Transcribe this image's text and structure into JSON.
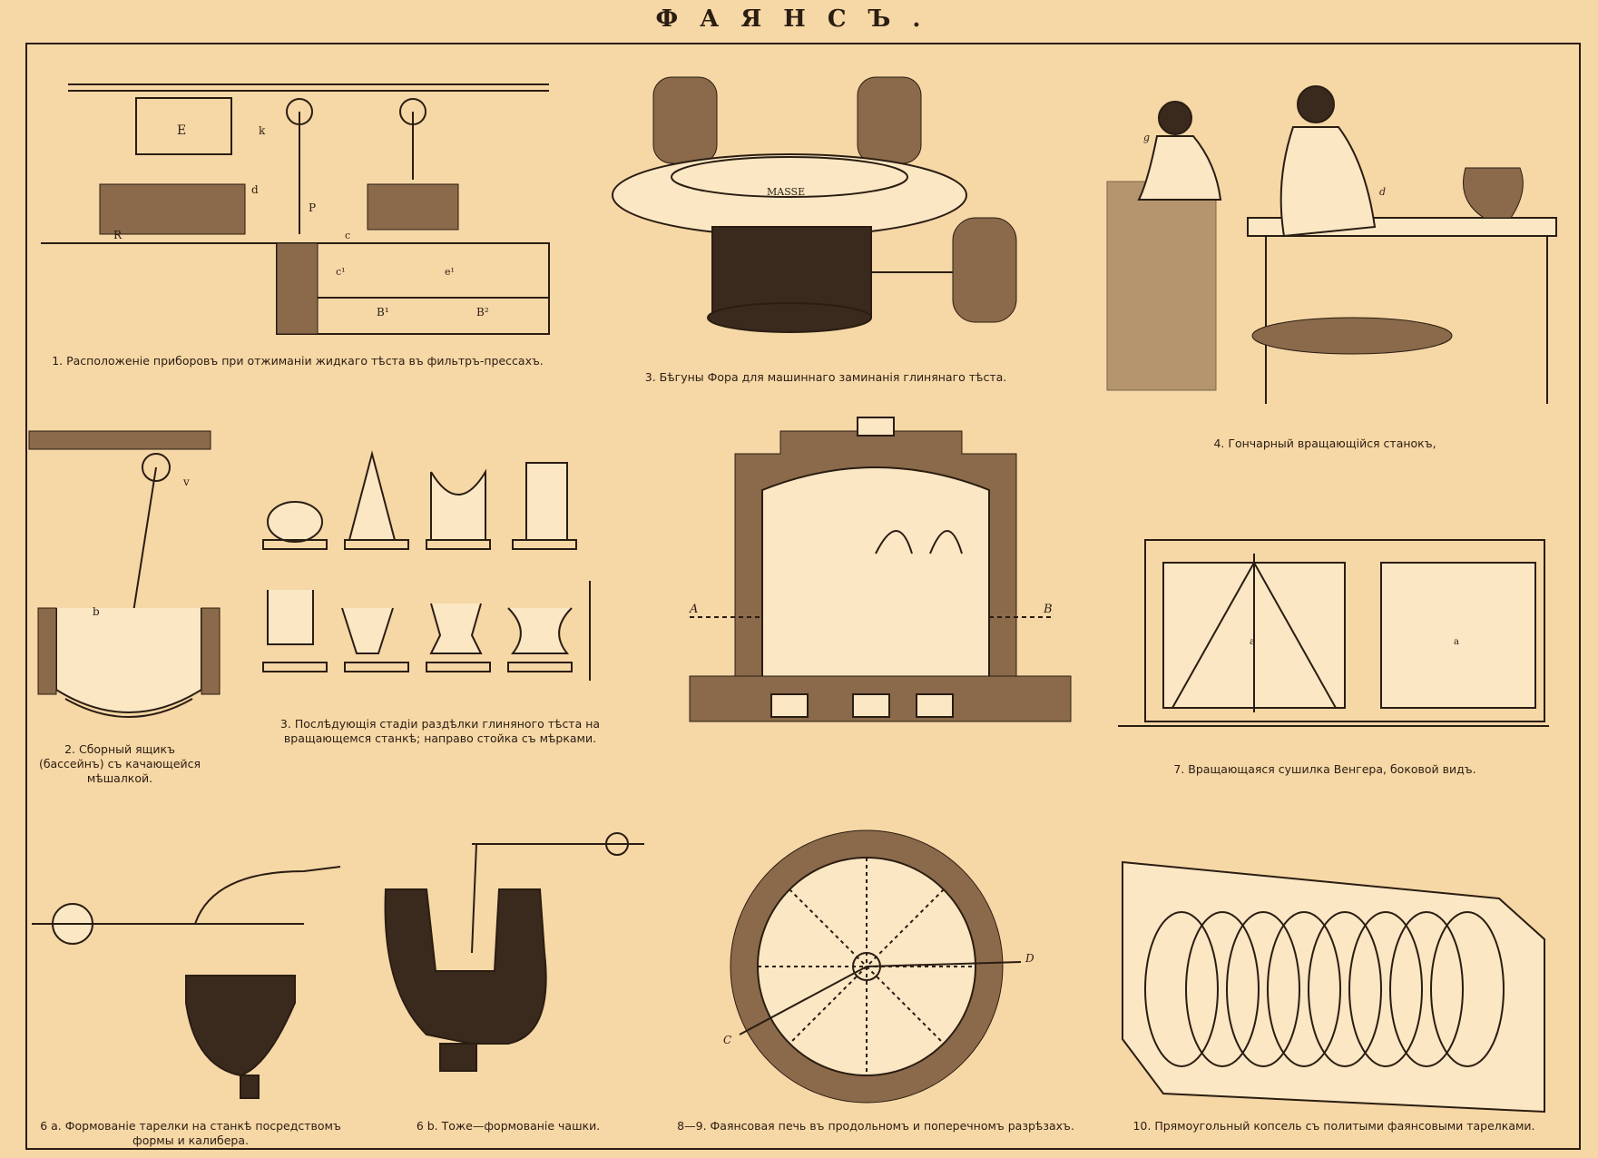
{
  "plate": {
    "title": "ФАЯНСЪ."
  },
  "figures": [
    {
      "id": "1",
      "caption": "1. Расположеніе приборовъ при отжиманіи жидкаго тѣста въ фильтръ-прессахъ.",
      "labels": [
        "E",
        "k",
        "d",
        "P",
        "R",
        "c",
        "c¹",
        "e¹",
        "B¹",
        "B²"
      ]
    },
    {
      "id": "3a",
      "caption": "3. Бѣгуны Фора для машиннаго заминанія глинянаго тѣста.",
      "labels": [
        "MASSE"
      ]
    },
    {
      "id": "4",
      "caption": "4. Гончарный вращающійся станокъ,",
      "labels": [
        "g",
        "d"
      ]
    },
    {
      "id": "2",
      "caption": "2. Сборный ящикъ (бассейнъ) съ качающейся мѣшалкой.",
      "labels": [
        "v",
        "b"
      ]
    },
    {
      "id": "3b",
      "caption": "3. Послѣдующія стадіи раздѣлки глиняного тѣста на вращающемся станкѣ; направо стойка съ мѣрками."
    },
    {
      "id": "8",
      "caption": "",
      "labels": [
        "A",
        "B"
      ]
    },
    {
      "id": "7",
      "caption": "7. Вращающаяся сушилка Венгера, боковой видъ.",
      "labels": [
        "a",
        "a"
      ]
    },
    {
      "id": "6a",
      "caption": "6 a. Формованіе тарелки на станкѣ посредствомъ формы и калибера."
    },
    {
      "id": "6b",
      "caption": "6 b. Тоже—формованіе чашки."
    },
    {
      "id": "8-9",
      "caption": "8—9. Фаянсовая печь въ продольномъ и поперечномъ разрѣзахъ.",
      "labels": [
        "C",
        "D"
      ]
    },
    {
      "id": "10",
      "caption": "10. Прямоугольный копсель съ политыми фаянсовыми тарелками."
    }
  ]
}
